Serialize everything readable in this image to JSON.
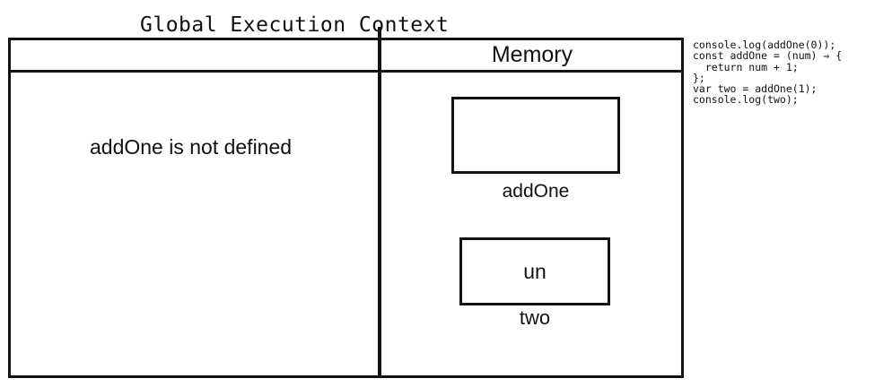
{
  "diagram": {
    "title": "Global Execution Context",
    "memory_header": "Memory",
    "execution_message": "addOne is not defined",
    "memory": {
      "addone": {
        "name": "addOne",
        "value": ""
      },
      "two": {
        "name": "two",
        "value": "un"
      }
    }
  },
  "code_lines": [
    "console.log(addOne(0));",
    "const addOne = (num) ⇒ {",
    "  return num + 1;",
    "};",
    "var two = addOne(1);",
    "console.log(two);"
  ]
}
